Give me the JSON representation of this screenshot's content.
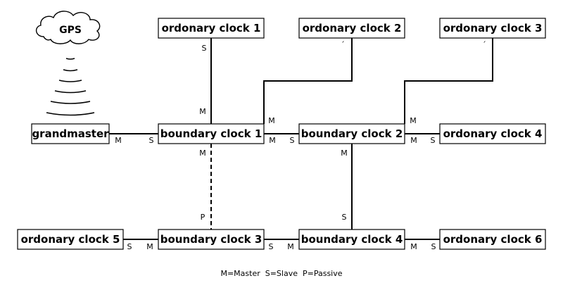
{
  "diagram": {
    "gps": {
      "label": "GPS"
    },
    "nodes": [
      {
        "id": "grandmaster",
        "label": "grandmaster"
      },
      {
        "id": "bc1",
        "label": "boundary clock 1"
      },
      {
        "id": "bc2",
        "label": "boundary clock 2"
      },
      {
        "id": "bc3",
        "label": "boundary clock 3"
      },
      {
        "id": "bc4",
        "label": "boundary clock 4"
      },
      {
        "id": "oc1",
        "label": "ordonary clock 1"
      },
      {
        "id": "oc2",
        "label": "ordonary clock 2"
      },
      {
        "id": "oc3",
        "label": "ordonary clock 3"
      },
      {
        "id": "oc4",
        "label": "ordonary clock 4"
      },
      {
        "id": "oc5",
        "label": "ordonary clock 5"
      },
      {
        "id": "oc6",
        "label": "ordonary clock 6"
      }
    ],
    "links": [
      {
        "from": "grandmaster",
        "to": "bc1",
        "style": "solid",
        "ports": [
          "M",
          "S"
        ]
      },
      {
        "from": "bc1",
        "to": "bc2",
        "style": "solid",
        "ports": [
          "M",
          "S"
        ]
      },
      {
        "from": "bc2",
        "to": "oc4",
        "style": "solid",
        "ports": [
          "M",
          "S"
        ]
      },
      {
        "from": "oc5",
        "to": "bc3",
        "style": "solid",
        "ports": [
          "S",
          "M"
        ]
      },
      {
        "from": "bc3",
        "to": "bc4",
        "style": "solid",
        "ports": [
          "S",
          "M"
        ]
      },
      {
        "from": "bc4",
        "to": "oc6",
        "style": "solid",
        "ports": [
          "M",
          "S"
        ]
      },
      {
        "from": "oc1",
        "to": "bc1",
        "style": "solid",
        "ports": [
          "S",
          "M"
        ]
      },
      {
        "from": "oc2",
        "to": "bc1",
        "style": "solid",
        "ports": [
          "´",
          "M"
        ]
      },
      {
        "from": "oc3",
        "to": "bc2",
        "style": "solid",
        "ports": [
          "´",
          "M"
        ]
      },
      {
        "from": "bc1",
        "to": "bc3",
        "style": "dashed",
        "ports": [
          "M",
          "P"
        ]
      },
      {
        "from": "bc2",
        "to": "bc4",
        "style": "solid",
        "ports": [
          "M",
          "S"
        ]
      }
    ],
    "legend": "M=Master  S=Slave  P=Passive"
  }
}
